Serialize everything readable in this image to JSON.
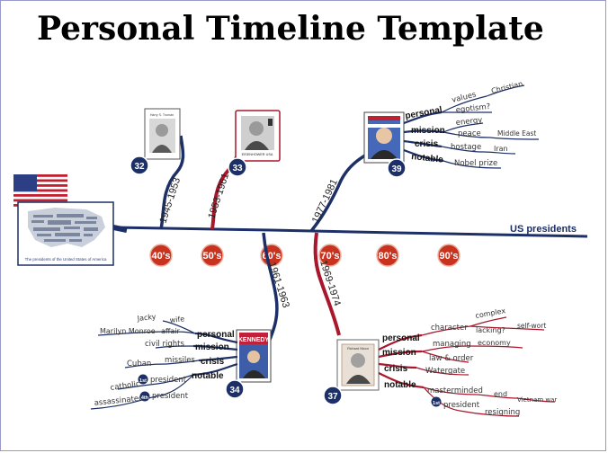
{
  "title": "Personal Timeline Template",
  "axis_label": "US presidents",
  "map_caption": "The presidents of the United States of America",
  "decades": [
    "40's",
    "50's",
    "60's",
    "70's",
    "80's",
    "90's"
  ],
  "terms": [
    {
      "number": "32",
      "years": "1945-1953",
      "portrait_caption": "Harry S. Truman"
    },
    {
      "number": "33",
      "years": "1953-1961",
      "portrait_caption": "EISENHOWER USA"
    },
    {
      "number": "34",
      "years": "1961-1963",
      "portrait_caption": "KENNEDY"
    },
    {
      "number": "37",
      "years": "1969-1974",
      "portrait_caption": "Richard Nixon"
    },
    {
      "number": "39",
      "years": "1977-1981",
      "portrait_caption": ""
    }
  ],
  "branches": {
    "kennedy": {
      "personal": "personal",
      "personal_items": [
        "Jacky",
        "wife",
        "Marilyn Monroe",
        "affair"
      ],
      "mission": "mission",
      "mission_items": [
        "civil rights"
      ],
      "crisis": "crisis",
      "crisis_items": [
        "Cuban",
        "missiles"
      ],
      "notable": "notable",
      "notable_items": [
        "catholic",
        "1st",
        "president",
        "assassinated",
        "4th",
        "president"
      ]
    },
    "nixon": {
      "personal": "personal",
      "personal_items": [
        "character",
        "complex",
        "lacking?",
        "self-wort"
      ],
      "mission": "mission",
      "mission_items": [
        "managing",
        "economy",
        "law & order"
      ],
      "crisis": "crisis",
      "crisis_items": [
        "Watergate"
      ],
      "notable": "notable",
      "notable_items": [
        "masterminded",
        "end",
        "Vietnam war",
        "1st",
        "president",
        "resigning"
      ]
    },
    "carter": {
      "personal": "personal",
      "personal_items": [
        "values",
        "Christian",
        "egotism?"
      ],
      "mission": "mission",
      "mission_items": [
        "energy",
        "peace",
        "Middle East"
      ],
      "crisis": "crisis",
      "crisis_items": [
        "hostage",
        "Iran"
      ],
      "notable": "notable",
      "notable_items": [
        "Nobel prize"
      ]
    }
  },
  "colors": {
    "navy": "#1c2f66",
    "crimson": "#a8172b",
    "decade": "#c8331f"
  }
}
